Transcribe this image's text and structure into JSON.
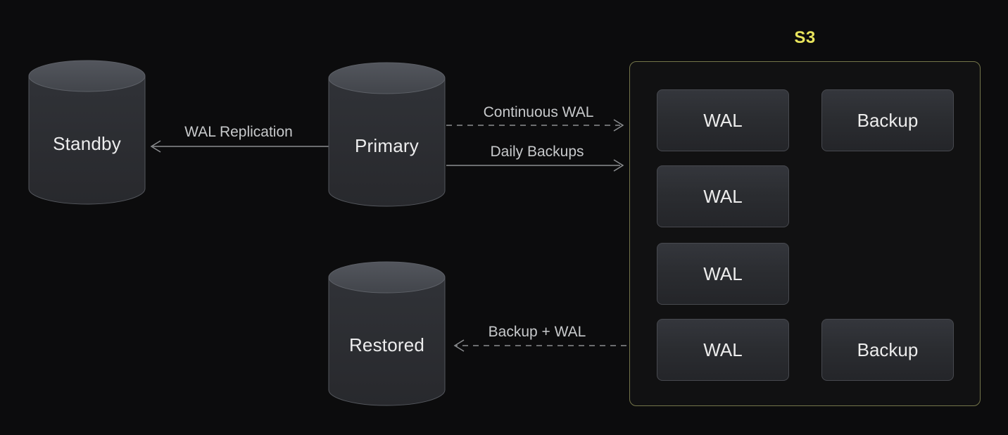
{
  "nodes": {
    "standby": {
      "label": "Standby"
    },
    "primary": {
      "label": "Primary"
    },
    "restored": {
      "label": "Restored"
    }
  },
  "arrows": {
    "wal_replication": {
      "label": "WAL Replication",
      "style": "solid",
      "from": "Primary",
      "to": "Standby"
    },
    "continuous_wal": {
      "label": "Continuous WAL",
      "style": "dashed",
      "from": "Primary",
      "to": "S3"
    },
    "daily_backups": {
      "label": "Daily Backups",
      "style": "solid",
      "from": "Primary",
      "to": "S3"
    },
    "backup_plus_wal": {
      "label": "Backup + WAL",
      "style": "dashed",
      "from": "S3",
      "to": "Restored"
    }
  },
  "s3": {
    "title": "S3",
    "items": [
      {
        "label": "WAL"
      },
      {
        "label": "Backup"
      },
      {
        "label": "WAL"
      },
      {
        "label": "WAL"
      },
      {
        "label": "WAL"
      },
      {
        "label": "Backup"
      }
    ]
  },
  "colors": {
    "background": "#0c0c0d",
    "s3_border": "#74754a",
    "s3_title": "#e8e45c",
    "arrow": "#8b8d90",
    "arrow_label": "#c7c9cb",
    "node_label": "#ededee",
    "cylinder_body": "#2c2e33",
    "cylinder_top": "#45484e",
    "box_border": "#47494f"
  }
}
